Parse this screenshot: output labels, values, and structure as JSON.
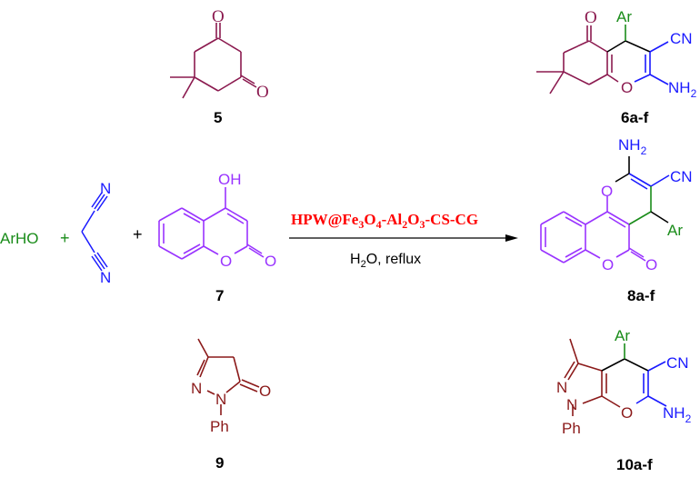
{
  "scheme": {
    "type": "reaction-scheme",
    "colors": {
      "maroon": "#8b1a4f",
      "darkred": "#8b1a1a",
      "green": "#1a8c1a",
      "blue": "#1a1aff",
      "purple": "#9933ff",
      "red": "#ff0000",
      "black": "#000000"
    },
    "reactants": {
      "arho": {
        "text": "ArHO"
      },
      "plus1": "+",
      "malononitrile": {
        "n_top": "N",
        "n_bottom": "N"
      },
      "plus2": "+",
      "compound5": {
        "label": "5",
        "o_top": "O",
        "o_right": "O"
      },
      "compound7": {
        "label": "7",
        "oh": "OH",
        "o_ring": "O",
        "o_carbonyl": "O"
      },
      "compound9": {
        "label": "9",
        "n1": "N",
        "n2": "N",
        "o": "O",
        "ph": "Ph"
      }
    },
    "conditions": {
      "catalyst": {
        "parts": [
          "HPW@Fe",
          "3",
          "O",
          "4",
          "-Al",
          "2",
          "O",
          "3",
          "-CS-CG"
        ]
      },
      "solvent": {
        "parts": [
          "H",
          "2",
          "O, reflux"
        ]
      }
    },
    "products": {
      "p6": {
        "label": "6a-f",
        "o_top": "O",
        "ar": "Ar",
        "cn": "CN",
        "o_ring": "O",
        "nh": "NH",
        "nh_sub": "2"
      },
      "p8": {
        "label": "8a-f",
        "nh": "NH",
        "nh_sub": "2",
        "cn": "CN",
        "o_pyran": "O",
        "ar": "Ar",
        "o_lactone": "O",
        "o_carbonyl": "O"
      },
      "p10": {
        "label": "10a-f",
        "ar": "Ar",
        "cn": "CN",
        "n1": "N",
        "n2": "N",
        "o_ring": "O",
        "nh": "NH",
        "nh_sub": "2",
        "ph": "Ph"
      }
    }
  }
}
